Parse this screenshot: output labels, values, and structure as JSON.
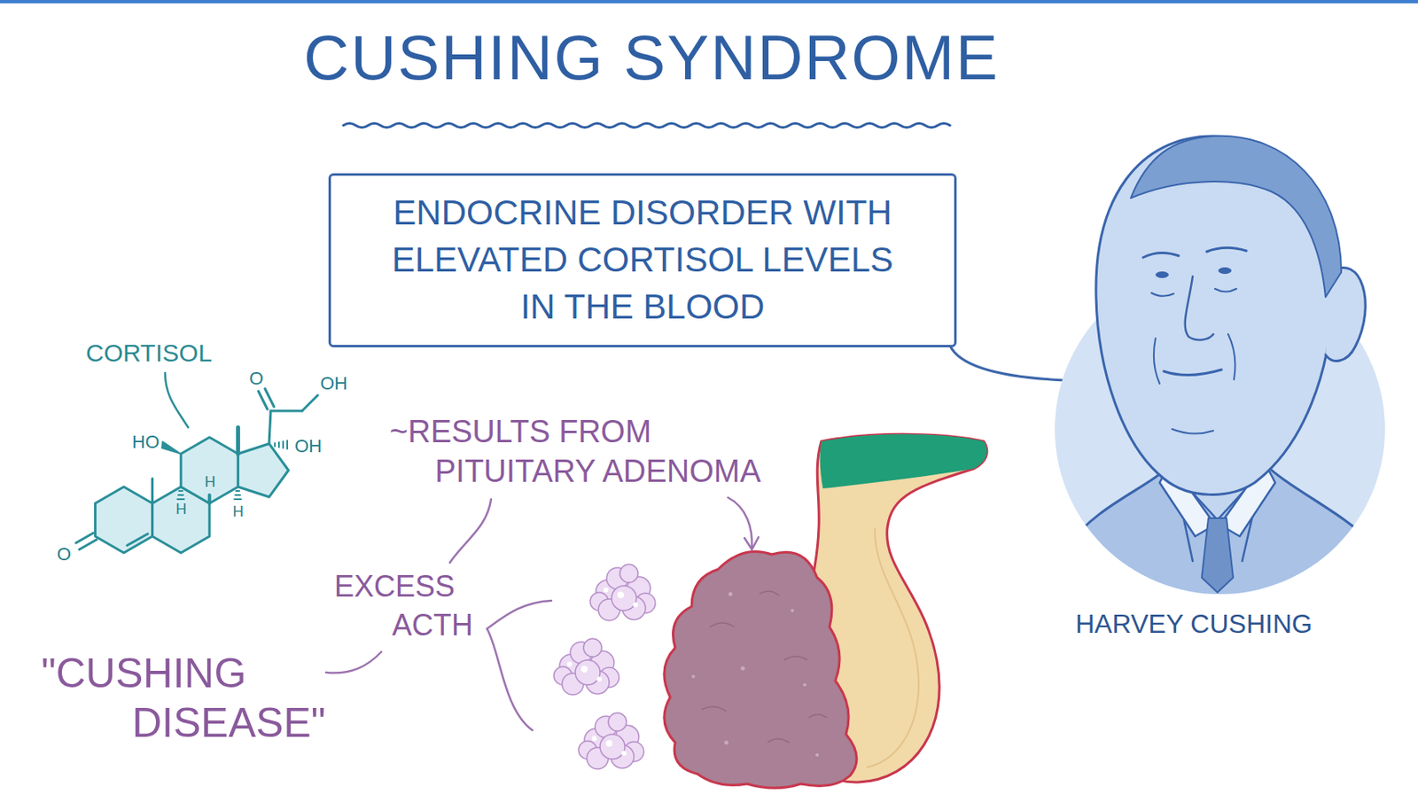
{
  "diagram": {
    "title": "CUSHING SYNDROME",
    "nodes": [
      {
        "text": [
          "ENDOCRINE DISORDER WITH ELEVATED CORTISOL LEVELS IN THE BLOOD"
        ]
      }
    ],
    "labels": [
      "CORTISOL",
      "O",
      "OH",
      "HO",
      "OH",
      "H",
      "H",
      "H",
      "O",
      "~RESULTS FROM PITUITARY ADENOMA",
      "EXCESS ACTH",
      "\"CUSHING DISEASE\"",
      "HARVEY CUSHING"
    ]
  }
}
